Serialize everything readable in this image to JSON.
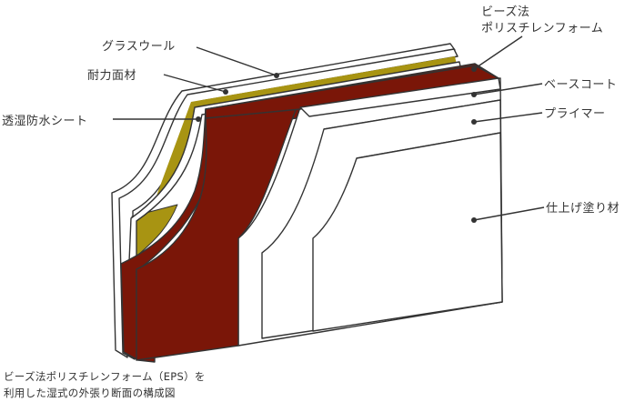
{
  "labels": {
    "glass_wool": "グラスウール",
    "structural_board": "耐力面材",
    "breathable_sheet": "透湿防水シート",
    "eps_line1": "ビーズ法",
    "eps_line2": "ポリスチレンフォーム",
    "base_coat": "ベースコート",
    "primer": "プライマー",
    "finish": "仕上げ塗り材"
  },
  "caption": {
    "line1": "ビーズ法ポリスチレンフォーム（EPS）を",
    "line2": "利用した湿式の外張り断面の構成図"
  },
  "colors": {
    "insulation_foam": "#7a1608",
    "glass_wool": "#a89412",
    "outline": "#333333",
    "panel": "#ffffff"
  }
}
